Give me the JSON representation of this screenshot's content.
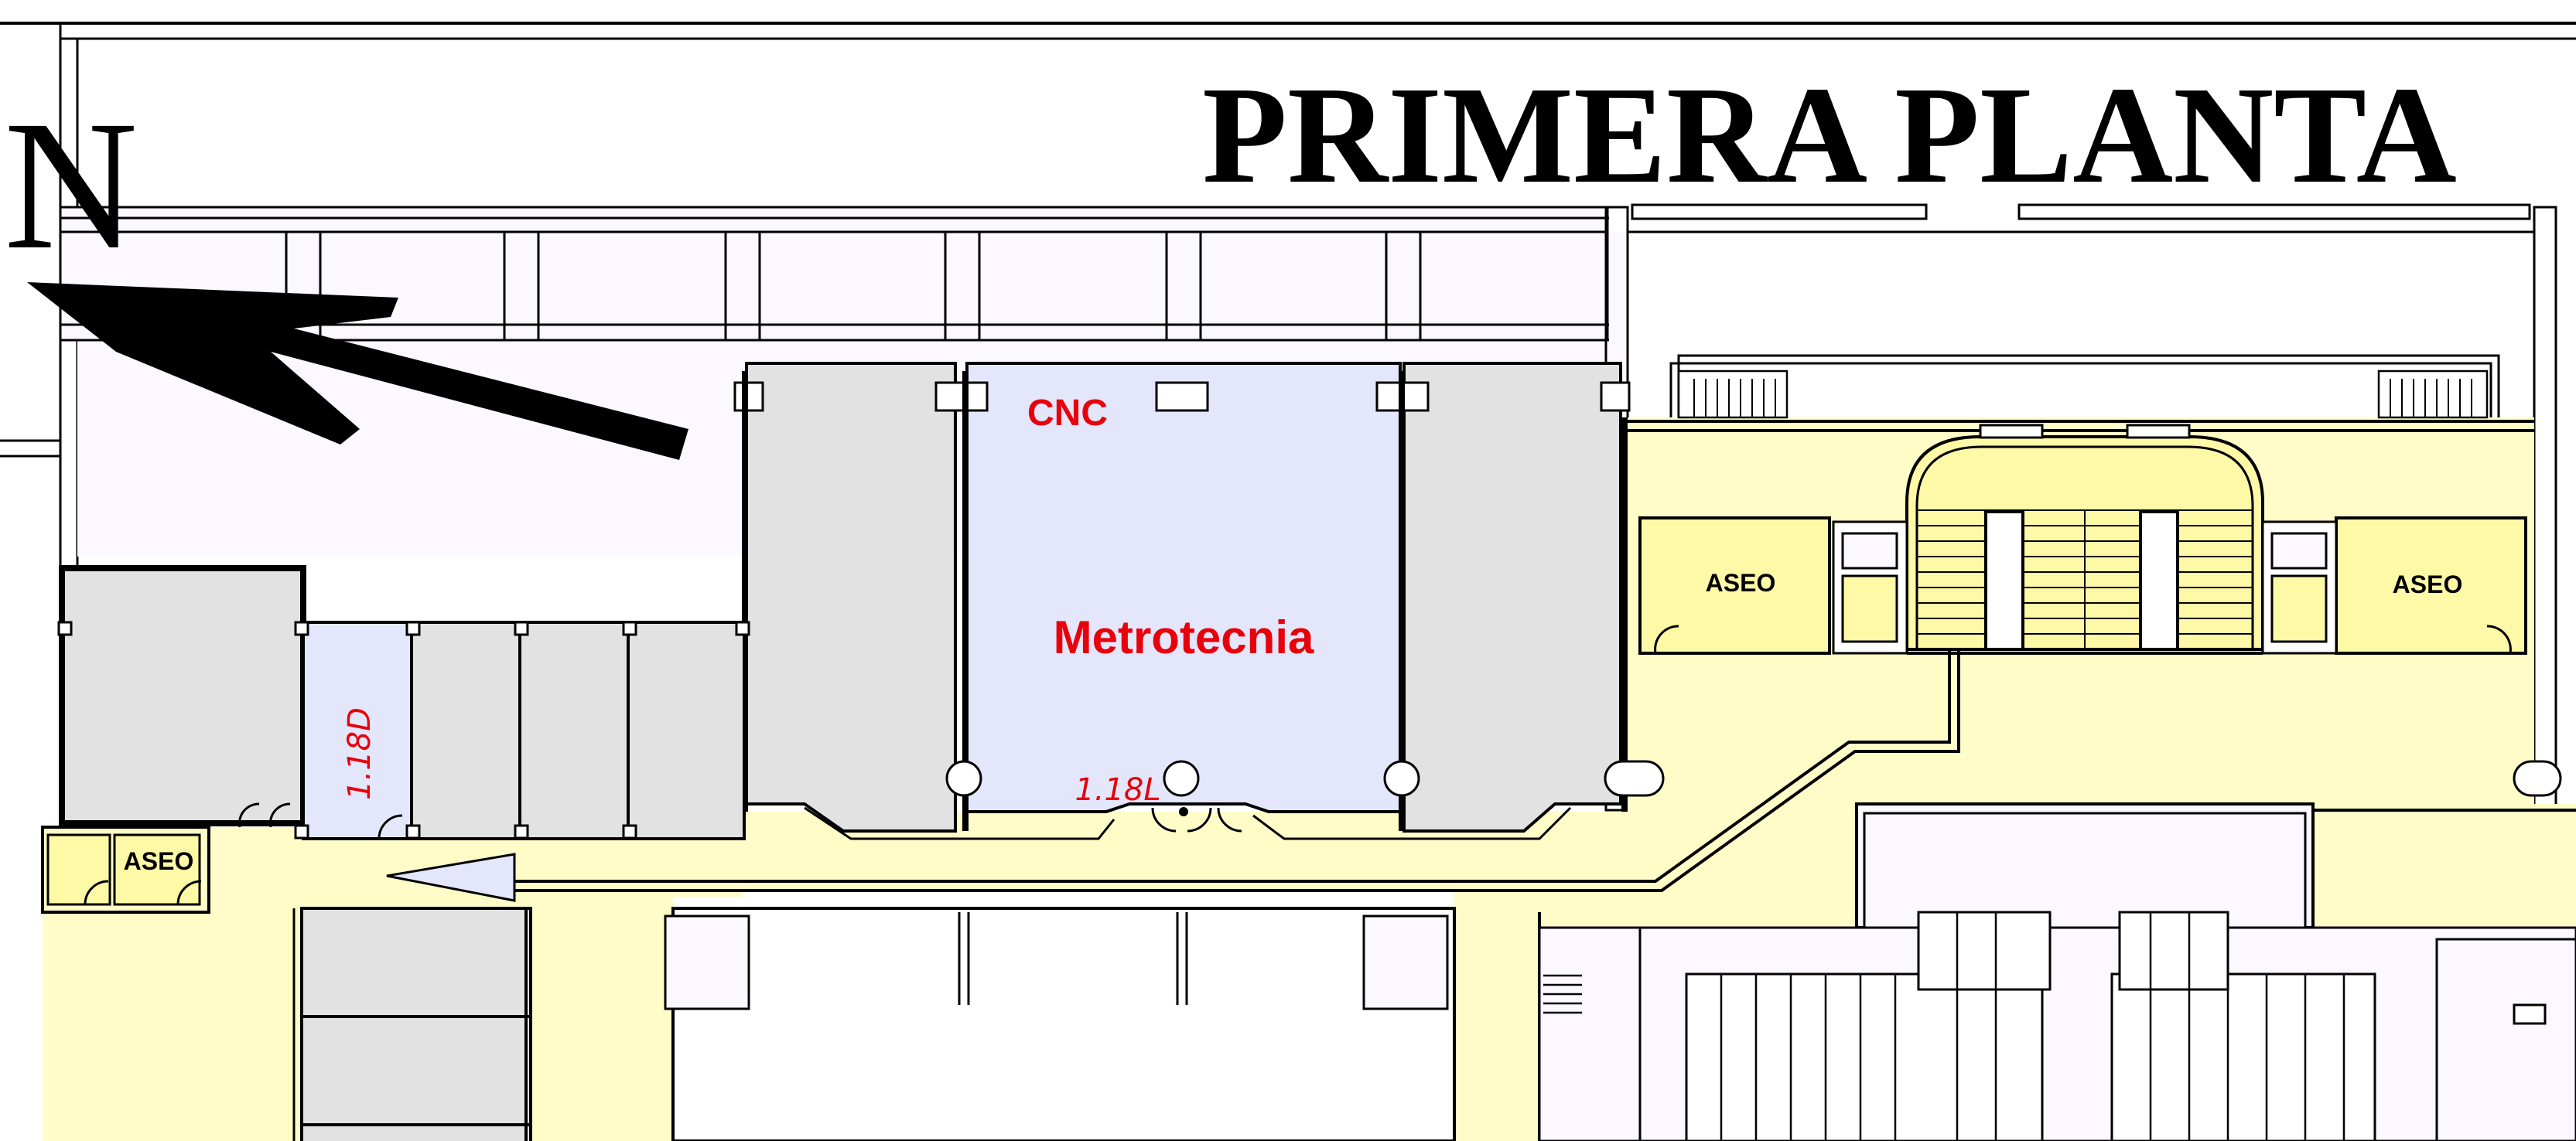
{
  "map": {
    "title": "PRIMERA PLANTA",
    "north_label": "N"
  },
  "rooms": {
    "metrotecnia": "Metrotecnia",
    "cnc": "CNC",
    "room_118d": "1.18D",
    "room_118l": "1.18L",
    "aseo_left": "ASEO",
    "aseo_center": "ASEO",
    "aseo_right": "ASEO"
  },
  "colors": {
    "label_red": "#e8000b",
    "corridor_yellow": "#fffcc8",
    "room_lavender": "#fcf8ff",
    "highlight_blue": "#e4e6fb",
    "room_gray": "#e2e2e2",
    "stair_yellow": "#fef9a6",
    "wall": "#000000"
  }
}
